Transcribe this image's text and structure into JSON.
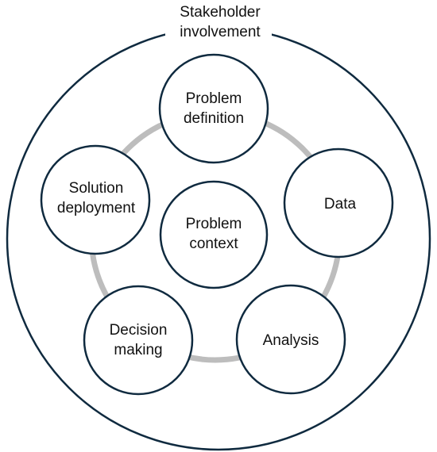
{
  "outer": {
    "title_lines": [
      "Stakeholder",
      "involvement"
    ]
  },
  "center": {
    "lines": [
      "Problem",
      "context"
    ]
  },
  "nodes": [
    {
      "id": "problem-definition",
      "lines": [
        "Problem",
        "definition"
      ]
    },
    {
      "id": "data",
      "lines": [
        "Data"
      ]
    },
    {
      "id": "analysis",
      "lines": [
        "Analysis"
      ]
    },
    {
      "id": "decision-making",
      "lines": [
        "Decision",
        "making"
      ]
    },
    {
      "id": "solution-deployment",
      "lines": [
        "Solution",
        "deployment"
      ]
    }
  ],
  "colors": {
    "stroke": "#0f2a3f",
    "ring": "#bdbdbd",
    "text": "#111111",
    "background": "#ffffff"
  }
}
